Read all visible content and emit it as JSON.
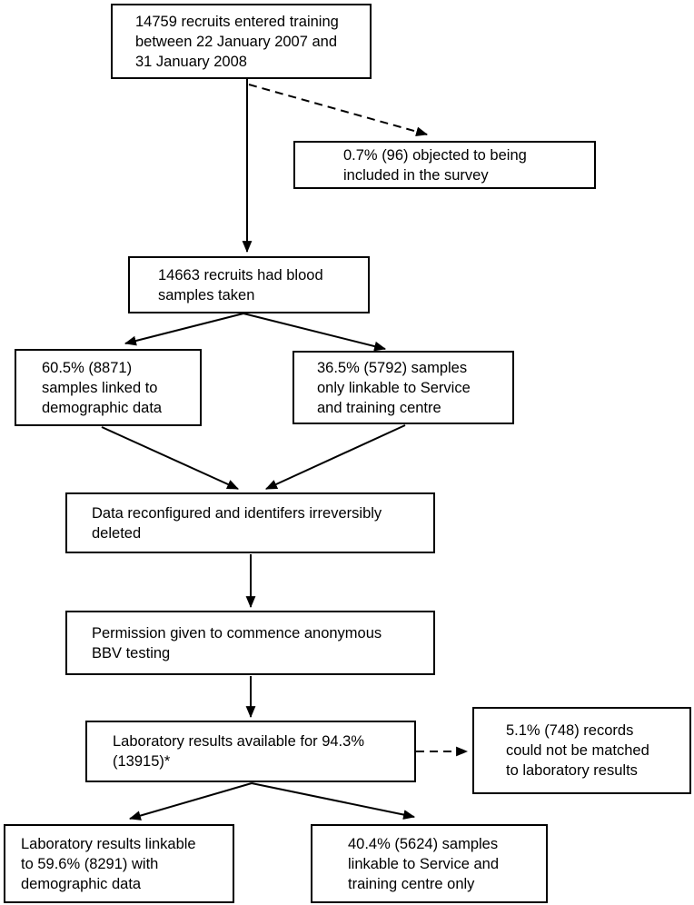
{
  "figure": {
    "type": "flowchart",
    "background": "#ffffff",
    "box_fill": "#ffffff",
    "box_border_color": "#000000",
    "line_color": "#000000",
    "nodes": [
      {
        "id": "entered-training",
        "label": "14759 recruits entered training\nbetween 22 January 2007 and\n31 January 2008"
      },
      {
        "id": "objected-survey",
        "label": "0.7% (96) objected to being\nincluded in the survey"
      },
      {
        "id": "blood-samples-taken",
        "label": "14663 recruits had blood\nsamples taken"
      },
      {
        "id": "samples-linked-demographic",
        "label": "60.5% (8871)\nsamples linked to\ndemographic data"
      },
      {
        "id": "samples-service-centre",
        "label": "36.5% (5792) samples\nonly linkable to Service\nand training centre"
      },
      {
        "id": "data-reconfigured",
        "label": "Data reconfigured and identifers irreversibly\ndeleted"
      },
      {
        "id": "permission-bbv-testing",
        "label": "Permission given to commence anonymous\nBBV testing"
      },
      {
        "id": "lab-results-available",
        "label": "Laboratory results available for 94.3%\n(13915)*"
      },
      {
        "id": "records-not-matched",
        "label": "5.1% (748) records\ncould not be matched\nto laboratory results"
      },
      {
        "id": "lab-linkable-demographic",
        "label": "Laboratory results linkable\nto 59.6% (8291) with\ndemographic data"
      },
      {
        "id": "samples-service-only",
        "label": "40.4% (5624) samples\nlinkable to Service and\ntraining centre only"
      }
    ],
    "edges": [
      {
        "from": "entered-training",
        "to": "blood-samples-taken",
        "style": "solid"
      },
      {
        "from": "entered-training",
        "to": "objected-survey",
        "style": "dashed"
      },
      {
        "from": "blood-samples-taken",
        "to": "samples-linked-demographic",
        "style": "solid"
      },
      {
        "from": "blood-samples-taken",
        "to": "samples-service-centre",
        "style": "solid"
      },
      {
        "from": "samples-linked-demographic",
        "to": "data-reconfigured",
        "style": "solid"
      },
      {
        "from": "samples-service-centre",
        "to": "data-reconfigured",
        "style": "solid"
      },
      {
        "from": "data-reconfigured",
        "to": "permission-bbv-testing",
        "style": "solid"
      },
      {
        "from": "permission-bbv-testing",
        "to": "lab-results-available",
        "style": "solid"
      },
      {
        "from": "lab-results-available",
        "to": "records-not-matched",
        "style": "dashed"
      },
      {
        "from": "lab-results-available",
        "to": "lab-linkable-demographic",
        "style": "solid"
      },
      {
        "from": "lab-results-available",
        "to": "samples-service-only",
        "style": "solid"
      }
    ]
  }
}
